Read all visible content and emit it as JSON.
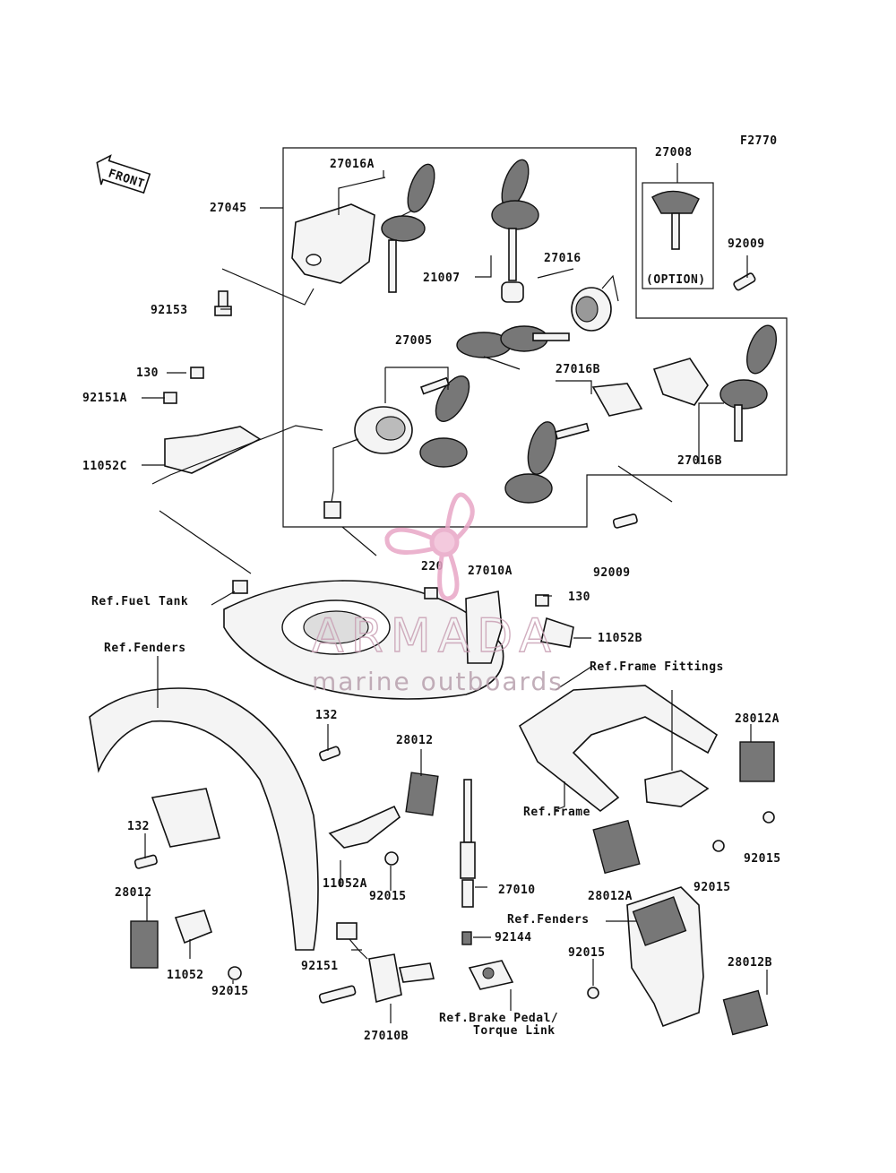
{
  "figure_code": "F2770",
  "front_label": "FRONT",
  "option_label": "(OPTION)",
  "labels": {
    "p27016A": "27016A",
    "p27045": "27045",
    "p92153": "92153",
    "p130a": "130",
    "p92151A": "92151A",
    "p11052C": "11052C",
    "p21007": "21007",
    "p27016": "27016",
    "p27005": "27005",
    "p27016B_top": "27016B",
    "p27008": "27008",
    "p92009a": "92009",
    "p27016B_right": "27016B",
    "p220": "220",
    "p27010A": "27010A",
    "p92009b": "92009",
    "p130b": "130",
    "p11052B": "11052B",
    "ref_fuel_tank": "Ref.Fuel Tank",
    "ref_fenders1": "Ref.Fenders",
    "ref_frame_fittings": "Ref.Frame Fittings",
    "p132a": "132",
    "p28012a": "28012",
    "p28012A_r": "28012A",
    "ref_frame": "Ref.Frame",
    "p132b": "132",
    "p11052A": "11052A",
    "p92015a": "92015",
    "p92015b": "92015",
    "p27010": "27010",
    "p28012b": "28012",
    "p28012A_b": "28012A",
    "p92015c": "92015",
    "ref_fenders2": "Ref.Fenders",
    "p92144": "92144",
    "p92015d": "92015",
    "p28012B": "28012B",
    "p11052": "11052",
    "p92015e": "92015",
    "p92151": "92151",
    "ref_brake": "Ref.Brake Pedal/",
    "ref_torque": "Torque Link",
    "p27010B": "27010B"
  },
  "watermark": {
    "brand": "ARMADA",
    "tagline": "marine outboards",
    "color": "#e8a6c6"
  }
}
